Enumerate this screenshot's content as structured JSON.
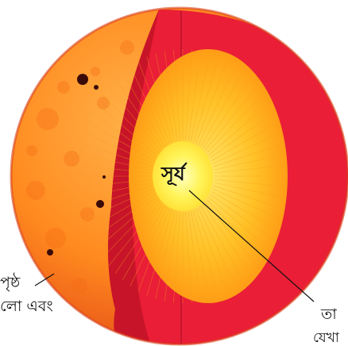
{
  "labels": {
    "core": "সূর্য",
    "surface_line1": "পৃষ্ঠ",
    "surface_line2": "লো এবং",
    "right_line1": "তা",
    "right_line2": "যেখা"
  },
  "colors": {
    "surface": "#ff8a1f",
    "surface_outer": "#e94a12",
    "shell_red": "#ea1e36",
    "shell_dark": "#c81428",
    "radiative_zone": "#ffb21e",
    "core": "#fff45a",
    "core_center": "#ffffc0",
    "sunspot": "#3a0a08"
  },
  "icons": [
    "sunspot-icon"
  ]
}
